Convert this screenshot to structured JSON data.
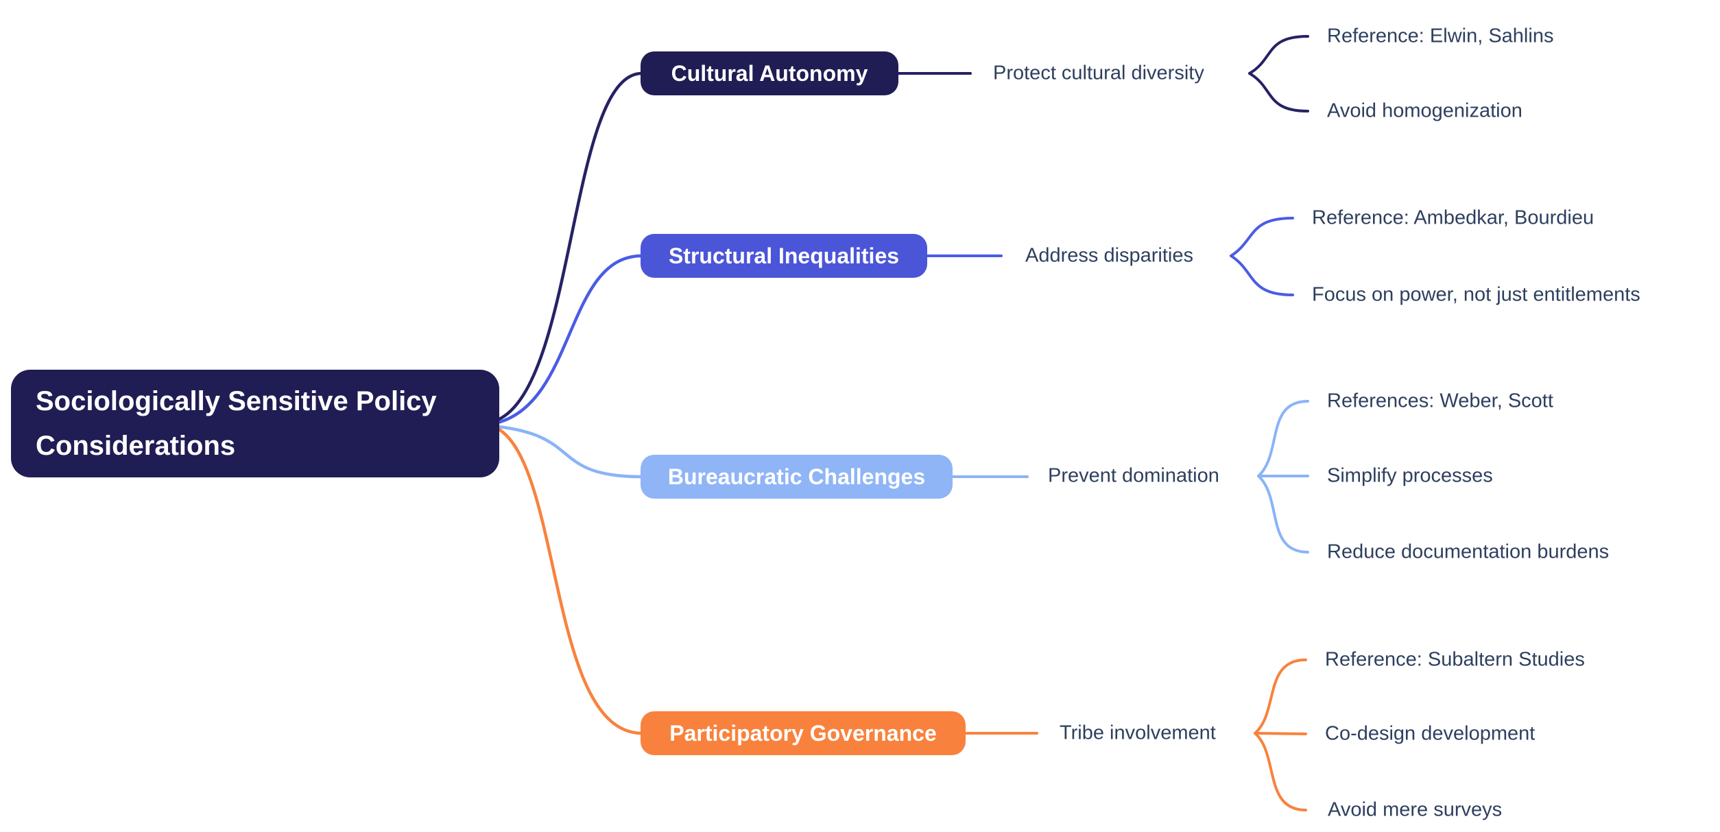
{
  "title": "Sociologically Sensitive Policy Considerations",
  "background": "#ffffff",
  "text_color": "#2e3f5e",
  "root": {
    "label": "Sociologically Sensitive Policy Considerations",
    "bg": "#201d54",
    "text_color": "#ffffff"
  },
  "branches": [
    {
      "label": "Cultural Autonomy",
      "node_bg": "#201d54",
      "line_color": "#262264",
      "child": "Protect cultural diversity",
      "leaves": [
        "Reference: Elwin, Sahlins",
        "Avoid homogenization"
      ]
    },
    {
      "label": "Structural Inequalities",
      "node_bg": "#4b55d8",
      "line_color": "#4a5ce4",
      "child": "Address disparities",
      "leaves": [
        "Reference: Ambedkar, Bourdieu",
        "Focus on power, not just entitlements"
      ]
    },
    {
      "label": "Bureaucratic Challenges",
      "node_bg": "#8fb5f7",
      "line_color": "#8ab4f7",
      "child": "Prevent domination",
      "leaves": [
        "References: Weber, Scott",
        "Simplify processes",
        "Reduce documentation burdens"
      ]
    },
    {
      "label": "Participatory Governance",
      "node_bg": "#f8823d",
      "line_color": "#f8823d",
      "child": "Tribe involvement",
      "leaves": [
        "Reference: Subaltern Studies",
        "Co-design development",
        "Avoid mere surveys"
      ]
    }
  ]
}
